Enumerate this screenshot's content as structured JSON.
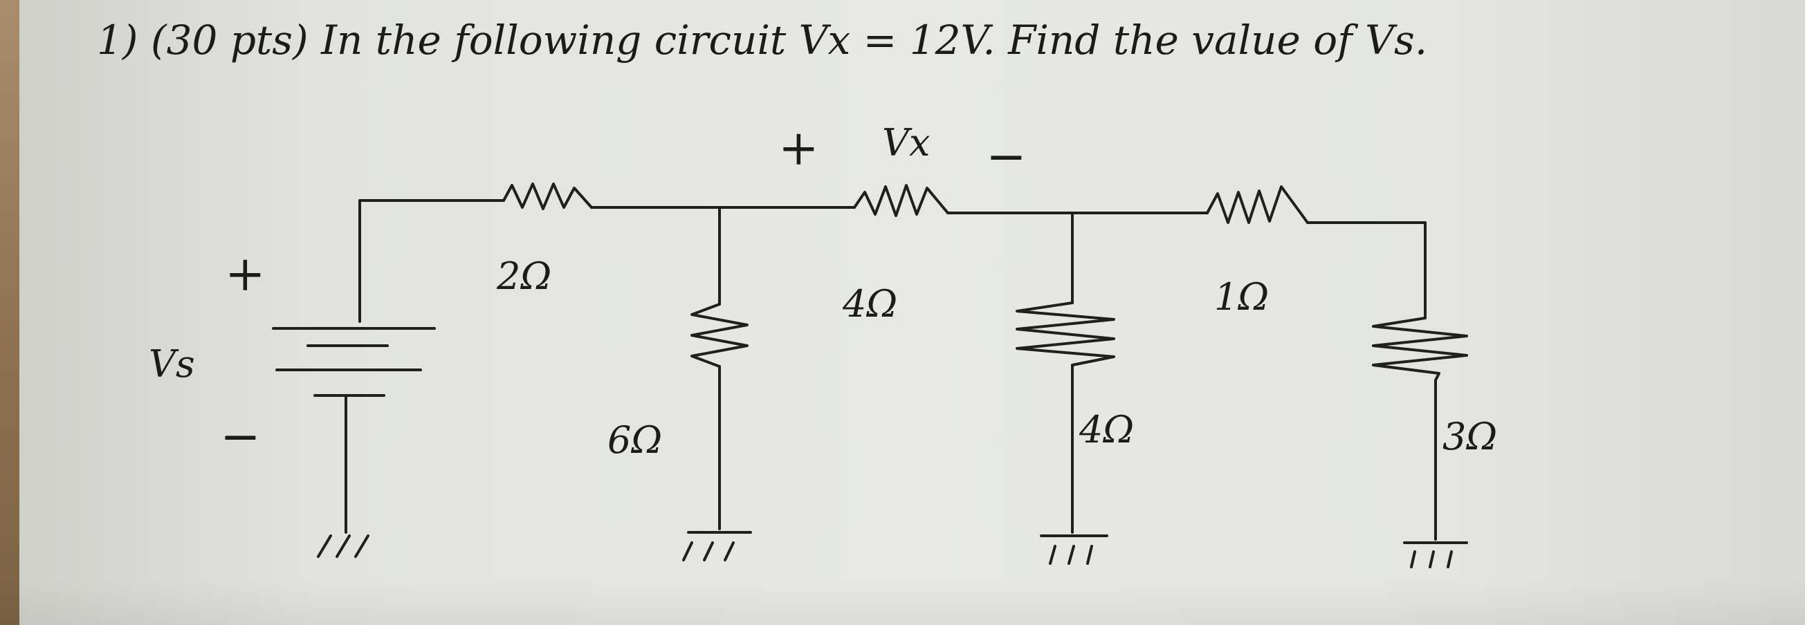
{
  "problem": {
    "statement": "1) (30 pts) In the following circuit Vx = 12V. Find the value of Vs."
  },
  "circuit": {
    "source": {
      "label": "Vs",
      "plus": "+",
      "minus": "−"
    },
    "resistors": [
      {
        "id": "r-2ohm-series",
        "label": "2Ω"
      },
      {
        "id": "r-6ohm-shunt",
        "label": "6Ω"
      },
      {
        "id": "r-4ohm-series",
        "label": "4Ω"
      },
      {
        "id": "r-4ohm-shunt",
        "label": "4Ω"
      },
      {
        "id": "r-1ohm-series",
        "label": "1Ω"
      },
      {
        "id": "r-3ohm-shunt",
        "label": "3Ω"
      }
    ],
    "vx": {
      "label": "Vx",
      "plus": "+",
      "minus": "−"
    }
  }
}
